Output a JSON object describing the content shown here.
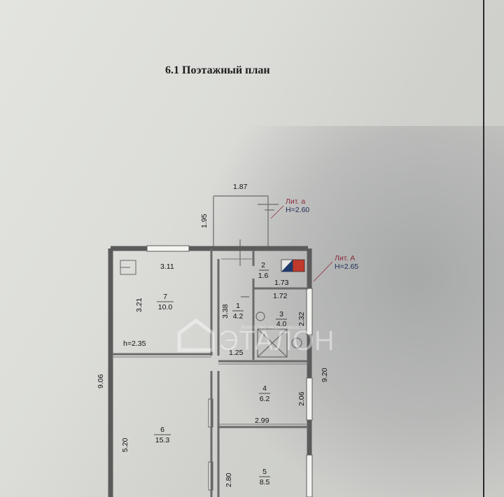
{
  "document": {
    "title": "6.1 Поэтажный план"
  },
  "colors": {
    "wall": "#5b5b5b",
    "ink": "#111111",
    "annotation": "#8a2a3a",
    "room2_swatch_red": "#c0392b",
    "room2_swatch_blue": "#1f3a6b"
  },
  "annotations": {
    "lit_a_small": "Лит. а",
    "lit_a_small_height": "Н=2.60",
    "lit_a_big": "Лит. А",
    "lit_a_big_height": "Н=2.65"
  },
  "dimensions": {
    "porch_width": "1.87",
    "porch_length": "1.95",
    "overall_length": "9.06",
    "right_length": "9.20",
    "room7_width": "3.11",
    "room7_length": "3.21",
    "room7_height": "h=2.35",
    "room1_length": "3.38",
    "room1_width": "1.25",
    "room2_width": "1.73",
    "room3_width": "1.72",
    "room3_length": "2.32",
    "room4_length": "2.06",
    "room4_width": "2.99",
    "room6_length": "5.20",
    "room5_length": "2.80"
  },
  "rooms": [
    {
      "number": "1",
      "area": "4.2"
    },
    {
      "number": "2",
      "area": "1.6"
    },
    {
      "number": "3",
      "area": "4.0"
    },
    {
      "number": "4",
      "area": "6.2"
    },
    {
      "number": "5",
      "area": "8.5"
    },
    {
      "number": "6",
      "area": "15.3"
    },
    {
      "number": "7",
      "area": "10.0"
    }
  ],
  "watermark": {
    "brand": "ЭТАЛОН",
    "tagline": "Агентство недвижимости"
  }
}
